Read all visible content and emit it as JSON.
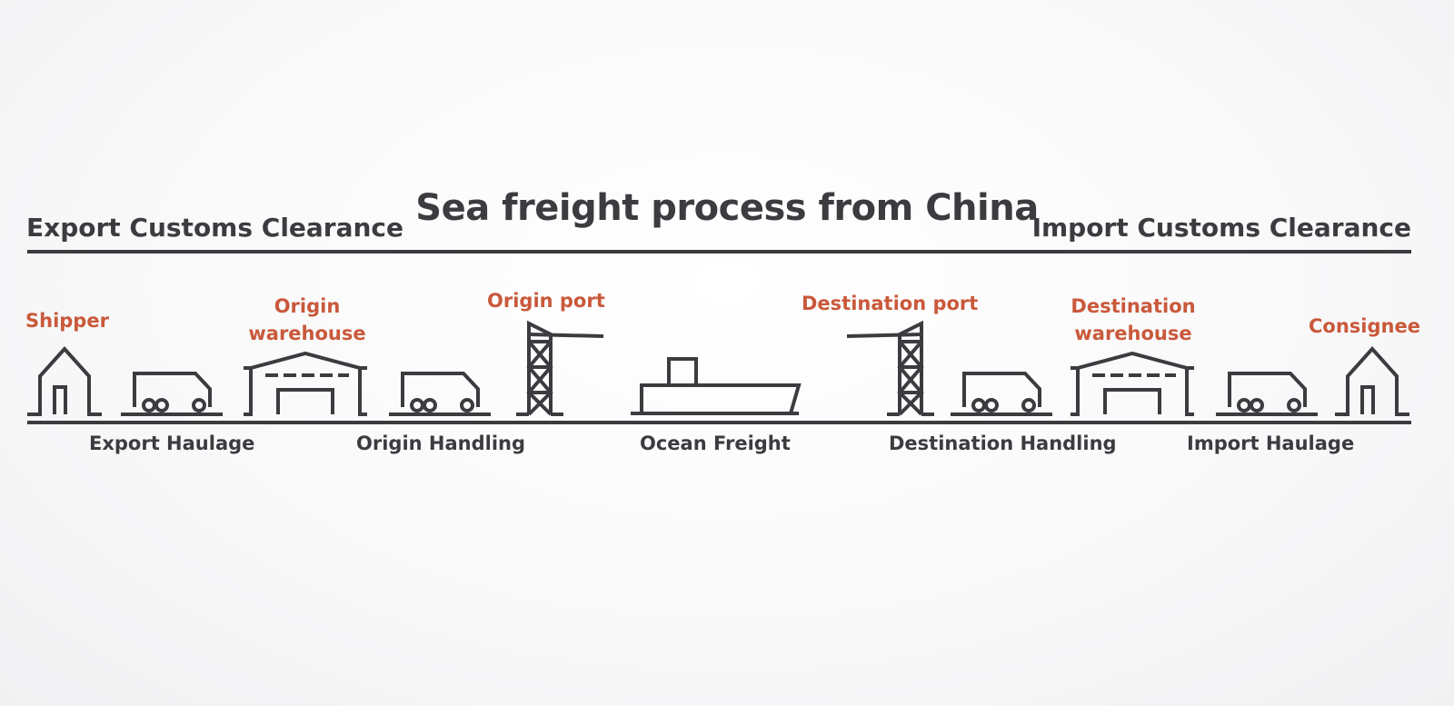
{
  "title": "Sea freight process from China",
  "clearance": {
    "export": "Export Customs Clearance",
    "import": "Import Customs Clearance"
  },
  "locations": {
    "shipper": "Shipper",
    "origin_warehouse_1": "Origin",
    "origin_warehouse_2": "warehouse",
    "origin_port": "Origin port",
    "destination_port": "Destination port",
    "destination_warehouse_1": "Destination",
    "destination_warehouse_2": "warehouse",
    "consignee": "Consignee"
  },
  "stages": {
    "export_haulage": "Export Haulage",
    "origin_handling": "Origin Handling",
    "ocean_freight": "Ocean Freight",
    "destination_handling": "Destination Handling",
    "import_haulage": "Import Haulage"
  },
  "colors": {
    "dark": "#3b3c40",
    "accent": "#c9593b"
  }
}
